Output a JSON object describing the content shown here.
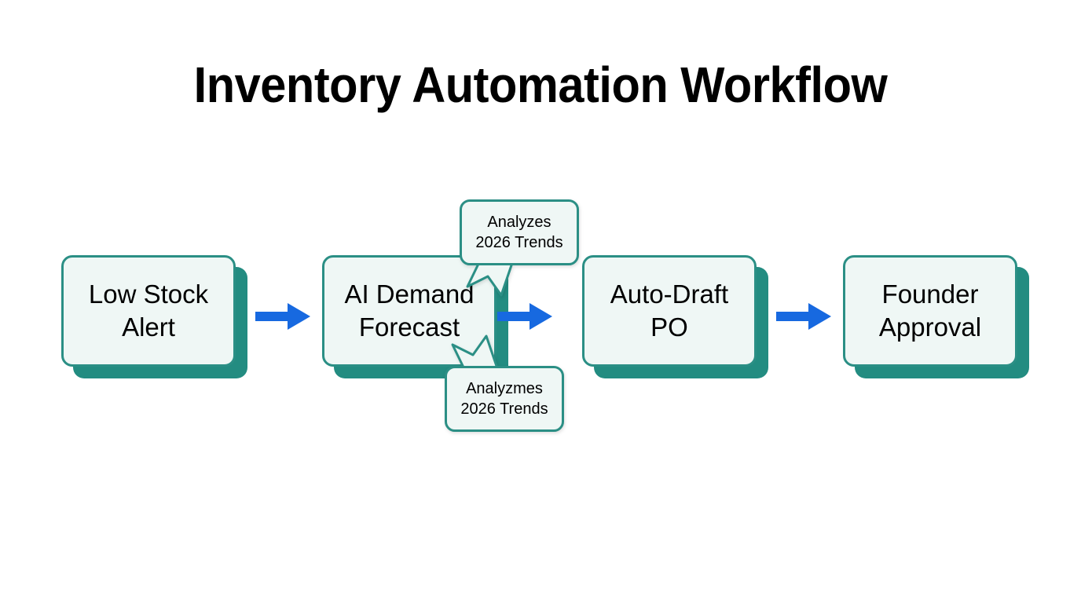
{
  "page": {
    "title": "Inventory Automation Workflow",
    "background_color": "#ffffff"
  },
  "theme": {
    "node_fill": "#eff7f5",
    "node_border": "#2b8f85",
    "node_shadow": "#238c81",
    "arrow_color": "#1769e0",
    "text_color": "#000000"
  },
  "flow": {
    "nodes": [
      {
        "id": "low-stock-alert",
        "label": "Low Stock\nAlert"
      },
      {
        "id": "ai-demand-forecast",
        "label": "AI Demand\nForecast"
      },
      {
        "id": "auto-draft-po",
        "label": "Auto-Draft\nPO"
      },
      {
        "id": "founder-approval",
        "label": "Founder\nApproval"
      }
    ],
    "arrows": [
      {
        "id": "arrow-1",
        "from": "low-stock-alert",
        "to": "ai-demand-forecast"
      },
      {
        "id": "arrow-2",
        "from": "ai-demand-forecast",
        "to": "auto-draft-po"
      },
      {
        "id": "arrow-3",
        "from": "auto-draft-po",
        "to": "founder-approval"
      }
    ],
    "callouts": [
      {
        "id": "callout-top",
        "attached_to": "ai-demand-forecast",
        "position": "above",
        "text": "Analyzes\n2026 Trends"
      },
      {
        "id": "callout-bottom",
        "attached_to": "ai-demand-forecast",
        "position": "below",
        "text": "Analyzmes\n2026 Trends"
      }
    ]
  }
}
